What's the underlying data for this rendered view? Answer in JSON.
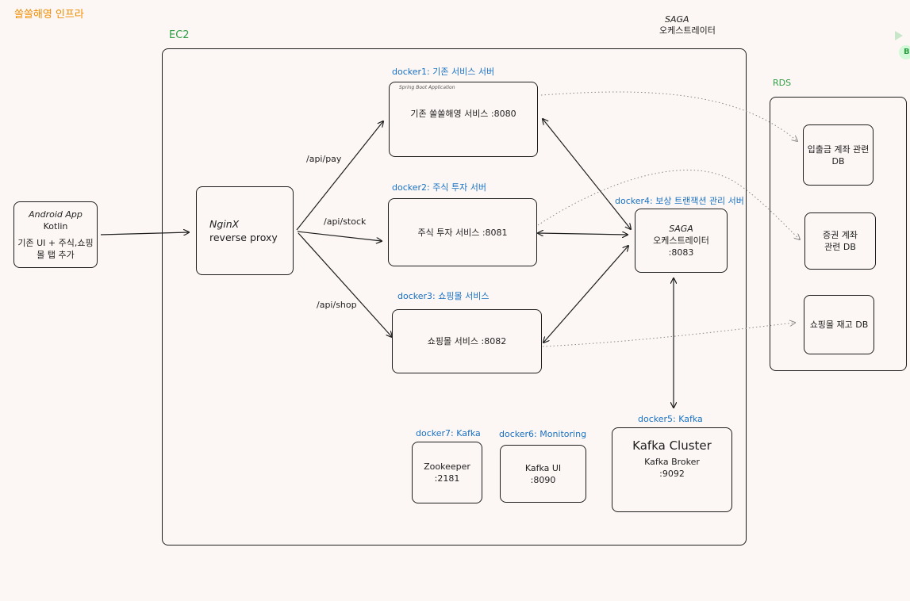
{
  "header": {
    "title": "쏠쏠해영 인프라",
    "saga_note_line1": "SAGA",
    "saga_note_line2": "오케스트레이터"
  },
  "groups": {
    "ec2": "EC2",
    "rds": "RDS"
  },
  "colors": {
    "title": "#f08c00",
    "group_label": "#2f9e44",
    "docker_label": "#1971c2",
    "stroke": "#1e1e1e",
    "background": "#fcf7f4"
  },
  "client": {
    "line1": "Android App",
    "line2": "Kotlin",
    "line3": "기존 UI + 주식,쇼핑",
    "line4": "몰 탭 추가"
  },
  "proxy": {
    "line1": "NginX",
    "line2": "reverse proxy"
  },
  "routes": {
    "pay": "/api/pay",
    "stock": "/api/stock",
    "shop": "/api/shop"
  },
  "services": {
    "docker1_label": "docker1: 기존 서비스 서버",
    "docker1_tag": "Spring Boot Application",
    "docker1_text": "기존 쏠쏠해영 서비스 :8080",
    "docker2_label": "docker2: 주식 투자 서버",
    "docker2_text": "주식 투자 서비스 :8081",
    "docker3_label": "docker3: 쇼핑몰 서비스",
    "docker3_text": "쇼핑몰 서비스 :8082",
    "docker4_label": "docker4: 보상 트랜잭션 관리 서버",
    "docker4_line1": "SAGA",
    "docker4_line2": "오케스트레이터",
    "docker4_line3": ":8083",
    "docker5_label": "docker5: Kafka",
    "docker5_line1": "Kafka Cluster",
    "docker5_line2": "Kafka Broker",
    "docker5_line3": ":9092",
    "docker6_label": "docker6: Monitoring",
    "docker6_line1": "Kafka UI",
    "docker6_line2": ":8090",
    "docker7_label": "docker7: Kafka",
    "docker7_line1": "Zookeeper",
    "docker7_line2": ":2181"
  },
  "databases": {
    "db1_line1": "입출금 계좌 관련",
    "db1_line2": "DB",
    "db2_line1": "증권 계좌",
    "db2_line2": "관련 DB",
    "db3_line1": "쇼핑몰 재고 DB"
  },
  "corner": {
    "badge": "B"
  }
}
